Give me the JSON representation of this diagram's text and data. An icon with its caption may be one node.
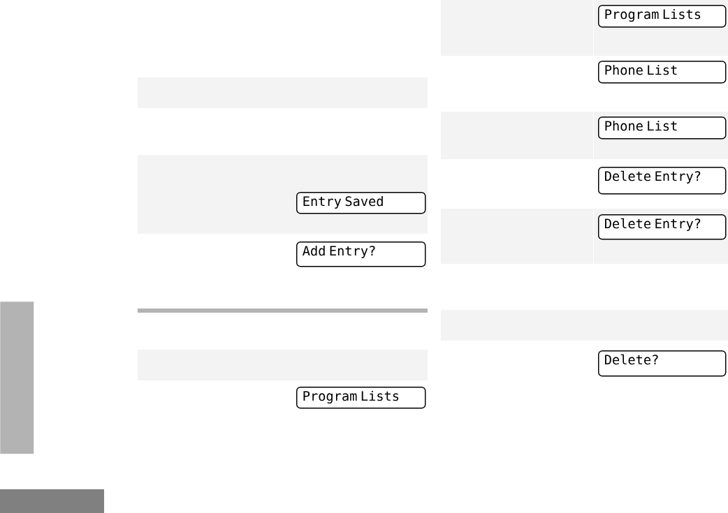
{
  "diagram": {
    "nodes": [
      {
        "text": [
          "Entry Saved"
        ]
      },
      {
        "text": [
          "Add Entry?"
        ]
      },
      {
        "text": [
          "Program Lists"
        ]
      },
      {
        "text": [
          "Program Lists"
        ]
      },
      {
        "text": [
          "Phone List"
        ]
      },
      {
        "text": [
          "Phone List"
        ]
      },
      {
        "text": [
          "Delete Entry?"
        ]
      },
      {
        "text": [
          "Delete Entry?"
        ]
      },
      {
        "text": [
          "Delete?"
        ]
      },
      {
        "text": [],
        "shape": "bar"
      }
    ]
  }
}
